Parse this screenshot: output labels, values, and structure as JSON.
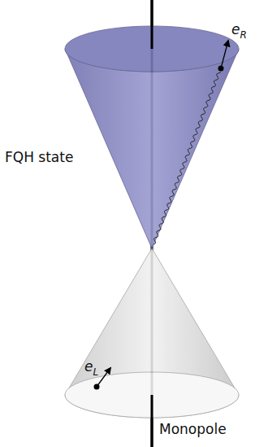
{
  "diagram": {
    "labels": [
      "FQH state",
      "eR",
      "eL",
      "Monopole"
    ]
  }
}
